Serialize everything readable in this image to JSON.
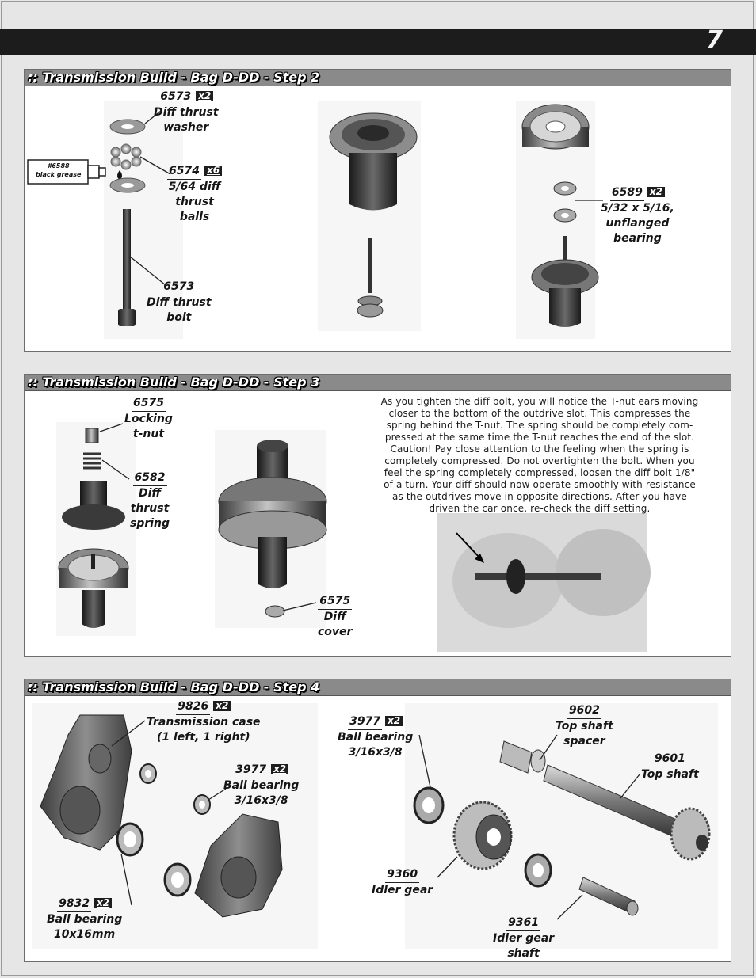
{
  "page": {
    "number": "7"
  },
  "step2": {
    "title": ":: Transmission Build - Bag D-DD - Step 2",
    "grease_tube": {
      "line1": "#6588",
      "line2": "black grease"
    },
    "washer": {
      "part": "6573",
      "qty": "x2",
      "line1": "Diff thrust",
      "line2": "washer"
    },
    "balls": {
      "part": "6574",
      "qty": "x6",
      "line1": "5/64 diff",
      "line2": "thrust",
      "line3": "balls"
    },
    "bolt": {
      "part": "6573",
      "line1": "Diff thrust",
      "line2": "bolt"
    },
    "bearing": {
      "part": "6589",
      "qty": "x2",
      "line1": "5/32 x 5/16,",
      "line2": "unflanged",
      "line3": "bearing"
    }
  },
  "step3": {
    "title": ":: Transmission Build - Bag D-DD - Step 3",
    "tnut": {
      "part": "6575",
      "line1": "Locking",
      "line2": "t-nut"
    },
    "spring": {
      "part": "6582",
      "line1": "Diff",
      "line2": "thrust",
      "line3": "spring"
    },
    "cover": {
      "part": "6575",
      "line1": "Diff",
      "line2": "cover"
    },
    "instructions": [
      "As you tighten the diff bolt, you will notice the T-nut ears moving",
      "closer to the bottom of the outdrive slot.  This compresses the",
      "spring behind the T-nut.  The spring should be completely com-",
      "pressed at the same time the T-nut reaches the end of the slot.",
      "Caution!  Pay close attention to the feeling when the spring is",
      "completely compressed.  Do not overtighten the bolt.  When you",
      "feel the spring completely compressed, loosen the diff bolt 1/8\"",
      "of a turn.  Your diff should now operate smoothly with resistance",
      "as the outdrives move in opposite directions.  After you have",
      "driven the car once, re-check the diff setting."
    ]
  },
  "step4": {
    "title": ":: Transmission Build - Bag D-DD - Step 4",
    "case": {
      "part": "9826",
      "qty": "x2",
      "line1": "Transmission case",
      "line2": "(1 left, 1 right)"
    },
    "bearing_a": {
      "part": "3977",
      "qty": "x2",
      "line1": "Ball bearing",
      "line2": "3/16x3/8"
    },
    "bearing_b": {
      "part": "3977",
      "qty": "x2",
      "line1": "Ball bearing",
      "line2": "3/16x3/8"
    },
    "bearing_big": {
      "part": "9832",
      "qty": "x2",
      "line1": "Ball bearing",
      "line2": "10x16mm"
    },
    "spacer": {
      "part": "9602",
      "line1": "Top shaft",
      "line2": "spacer"
    },
    "top_shaft": {
      "part": "9601",
      "line1": "Top shaft"
    },
    "idler_gear": {
      "part": "9360",
      "line1": "Idler gear"
    },
    "idler_shaft": {
      "part": "9361",
      "line1": "Idler gear",
      "line2": "shaft"
    }
  }
}
